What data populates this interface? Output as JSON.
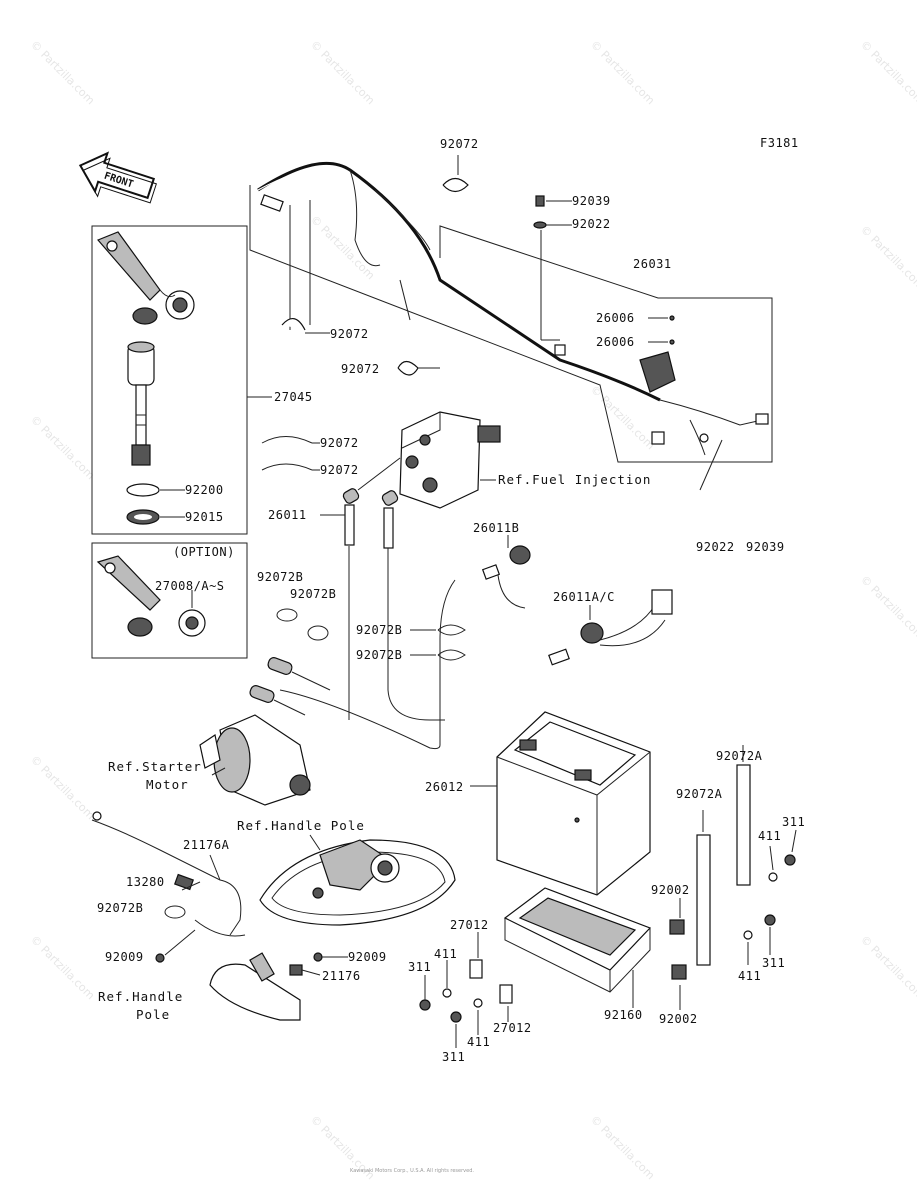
{
  "figure_id": "F3181",
  "front_label": "FRONT",
  "option_label": "(OPTION)",
  "watermark": "© Partzilla.com",
  "copyright": "Kawasaki Motors Corp., U.S.A. All rights reserved.",
  "part_labels": {
    "p92072_top": "92072",
    "p92039_top": "92039",
    "p92022_top": "92022",
    "p26031": "26031",
    "p26006_a": "26006",
    "p26006_b": "26006",
    "p92072_mid1": "92072",
    "p92072_mid2": "92072",
    "p27045": "27045",
    "p92072_c1": "92072",
    "p92072_c2": "92072",
    "p92200": "92200",
    "p92015": "92015",
    "p27008": "27008/A~S",
    "p26011": "26011",
    "p26011B": "26011B",
    "p26011AC": "26011A/C",
    "p92022_r": "92022",
    "p92039_r": "92039",
    "p92072B_a": "92072B",
    "p92072B_b": "92072B",
    "p92072B_c": "92072B",
    "p92072B_d": "92072B",
    "p26012": "26012",
    "p92072A_a": "92072A",
    "p92072A_b": "92072A",
    "p311_a": "311",
    "p411_a": "411",
    "p92002_a": "92002",
    "p411_b": "411",
    "p311_b": "311",
    "p92002_b": "92002",
    "p92160": "92160",
    "p27012_a": "27012",
    "p27012_b": "27012",
    "p411_c": "411",
    "p311_c": "311",
    "p411_d": "411",
    "p311_d": "311",
    "p21176A": "21176A",
    "p13280": "13280",
    "p92072B_e": "92072B",
    "p92009_a": "92009",
    "p92009_b": "92009",
    "p21176": "21176"
  },
  "refs": {
    "fuel_injection": "Ref.Fuel Injection",
    "starter_1": "Ref.Starter",
    "starter_2": "Motor",
    "handle_pole_top": "Ref.Handle Pole",
    "handle_pole_1": "Ref.Handle",
    "handle_pole_2": "Pole"
  }
}
